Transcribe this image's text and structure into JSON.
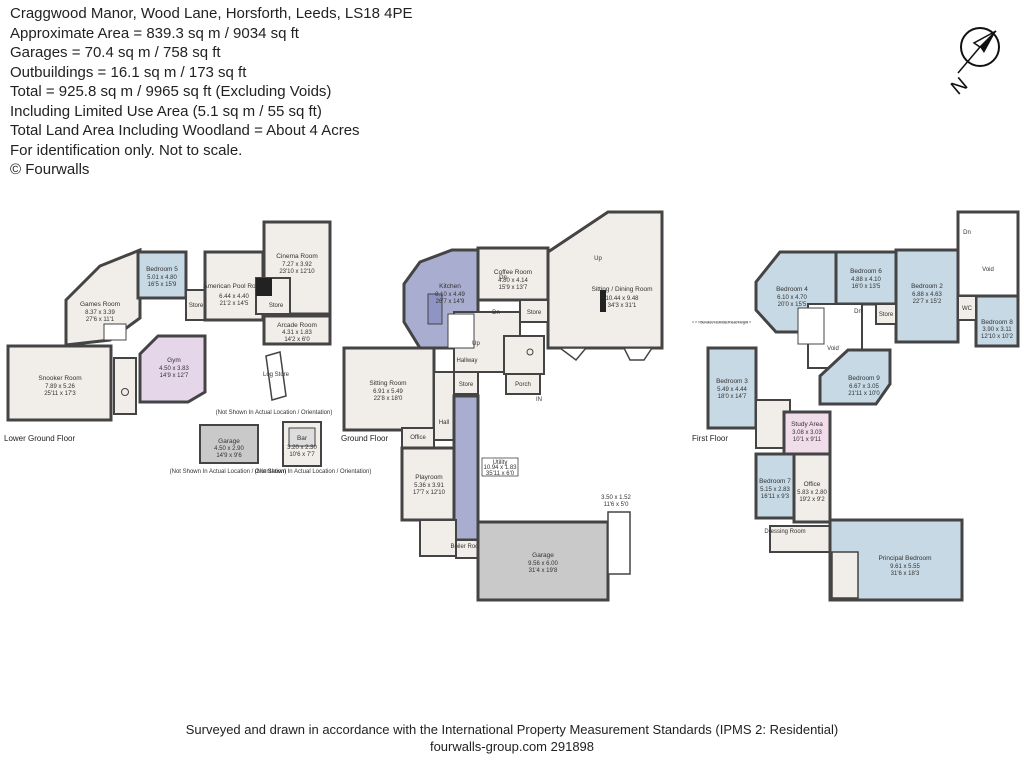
{
  "header": {
    "lines": [
      "Craggwood Manor, Wood Lane, Horsforth, Leeds, LS18 4PE",
      "Approximate Area = 839.3 sq m / 9034 sq ft",
      "Garages = 70.4 sq m / 758 sq ft",
      "Outbuildings = 16.1 sq m / 173 sq ft",
      "Total = 925.8 sq m / 9965 sq ft (Excluding Voids)",
      "Including Limited Use Area (5.1 sq m / 55 sq ft)",
      "Total Land Area Including Woodland = About 4 Acres",
      "For identification only. Not to scale.",
      "© Fourwalls"
    ]
  },
  "compass": {
    "letter": "N"
  },
  "floors": {
    "lower_ground": "Lower Ground Floor",
    "ground": "Ground Floor",
    "first": "First Floor"
  },
  "rooms": {
    "snooker": {
      "name": "Snooker Room",
      "dims": "7.89 x 5.26",
      "imperial": "25'11 x 17'3"
    },
    "games": {
      "name": "Games Room",
      "dims": "8.37 x 3.39",
      "imperial": "27'6 x 11'1"
    },
    "bedroom5": {
      "name": "Bedroom 5",
      "dims": "5.01 x 4.80",
      "imperial": "16'5 x 15'9"
    },
    "american_pool": {
      "name": "American Pool Room",
      "dims": "6.44 x 4.40",
      "imperial": "21'2 x 14'5"
    },
    "cinema": {
      "name": "Cinema Room",
      "dims": "7.27 x 3.92",
      "imperial": "23'10 x 12'10"
    },
    "arcade": {
      "name": "Arcade Room",
      "dims": "4.31 x 1.83",
      "imperial": "14'2 x 6'0"
    },
    "gym": {
      "name": "Gym",
      "dims": "4.50 x 3.83",
      "imperial": "14'9 x 12'7"
    },
    "log_store": {
      "name": "Log Store"
    },
    "garage_small": {
      "name": "Garage",
      "dims": "4.50 x 2.90",
      "imperial": "14'9 x 9'6"
    },
    "bar": {
      "name": "Bar",
      "dims": "3.20 x 2.30",
      "imperial": "10'6 x 7'7"
    },
    "kitchen": {
      "name": "Kitchen",
      "dims": "8.10 x 4.49",
      "imperial": "26'7 x 14'9"
    },
    "coffee": {
      "name": "Coffee Room",
      "dims": "4.80 x 4.14",
      "imperial": "15'9 x 13'7"
    },
    "sitting_dining": {
      "name": "Sitting / Dining Room",
      "dims": "10.44 x 9.48",
      "imperial": "34'3 x 31'1"
    },
    "sitting": {
      "name": "Sitting Room",
      "dims": "6.91 x 5.49",
      "imperial": "22'8 x 18'0"
    },
    "office_g": {
      "name": "Office"
    },
    "playroom": {
      "name": "Playroom",
      "dims": "5.36 x 3.91",
      "imperial": "17'7 x 12'10"
    },
    "utility": {
      "name": "Utility",
      "dims": "10.94 x 1.83",
      "imperial": "35'11 x 6'0"
    },
    "boiler": {
      "name": "Boiler Room"
    },
    "garage_main": {
      "name": "Garage",
      "dims": "9.56 x 6.00",
      "imperial": "31'4 x 19'8"
    },
    "garage_annex": {
      "dims": "3.50 x 1.52",
      "imperial": "11'6 x 5'0"
    },
    "bedroom4": {
      "name": "Bedroom 4",
      "dims": "6.10 x 4.70",
      "imperial": "20'0 x 15'5"
    },
    "bedroom6": {
      "name": "Bedroom 6",
      "dims": "4.88 x 4.10",
      "imperial": "16'0 x 13'5"
    },
    "bedroom2": {
      "name": "Bedroom 2",
      "dims": "6.88 x 4.63",
      "imperial": "22'7 x 15'2"
    },
    "bedroom8": {
      "name": "Bedroom 8",
      "dims": "3.90 x 3.11",
      "imperial": "12'10 x 10'2"
    },
    "bedroom3": {
      "name": "Bedroom 3",
      "dims": "5.49 x 4.44",
      "imperial": "18'0 x 14'7"
    },
    "bedroom9": {
      "name": "Bedroom 9",
      "dims": "6.67 x 3.05",
      "imperial": "21'11 x 10'0"
    },
    "study": {
      "name": "Study Area",
      "dims": "3.08 x 3.03",
      "imperial": "10'1 x 9'11"
    },
    "bedroom7": {
      "name": "Bedroom 7",
      "dims": "5.15 x 2.83",
      "imperial": "16'11 x 9'3"
    },
    "office_f": {
      "name": "Office",
      "dims": "5.83 x 2.80",
      "imperial": "19'2 x 9'2"
    },
    "dressing": {
      "name": "Dressing Room"
    },
    "principal": {
      "name": "Principal Bedroom",
      "dims": "9.61 x 5.55",
      "imperial": "31'6 x 18'3"
    }
  },
  "small_labels": {
    "store": "Store",
    "hall": "Hall",
    "hallway": "Hallway",
    "porch": "Porch",
    "dn": "Dn",
    "up": "Up",
    "in": "IN",
    "void": "Void",
    "void_top": "Void",
    "wc": "WC"
  },
  "notes": {
    "not_shown_1": "(Not Shown In Actual Location / Orientation)",
    "not_shown_2": "(Not Shown In Actual Location / Orientation)",
    "not_shown_3": "(Not Shown In Actual Location / Orientation)",
    "limited_height": "Denotes restricted head height"
  },
  "footer": {
    "line1": "Surveyed and drawn in accordance with the International Property Measurement Standards (IPMS 2: Residential)",
    "line2": "fourwalls-group.com 291898"
  },
  "colors": {
    "room_fill": "#f1ede8",
    "wall": "#444444",
    "blue": "#c6d9e5",
    "purple": "#e6d6ea",
    "navy": "#a9aed0",
    "pink": "#f1dcea",
    "window": "#ffffff"
  }
}
